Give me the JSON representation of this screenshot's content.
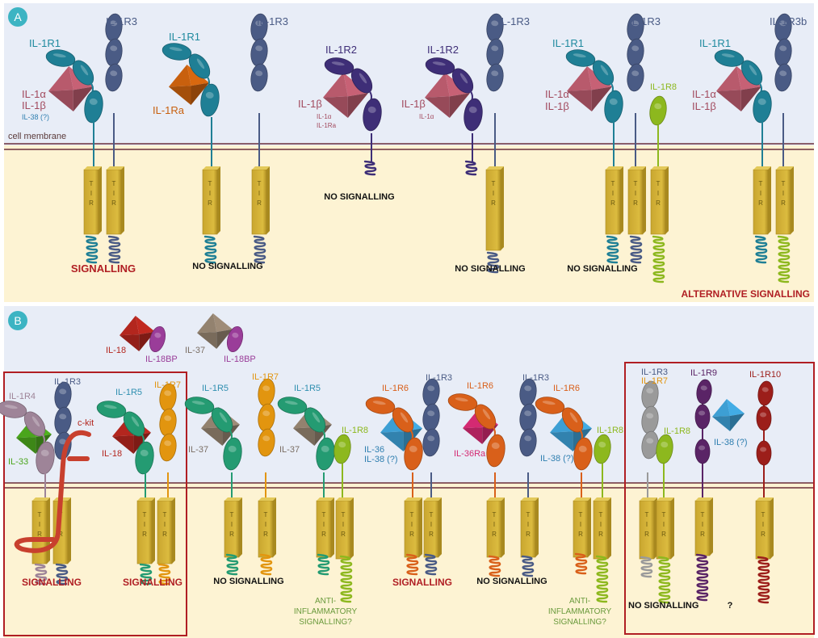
{
  "colors": {
    "panel_bg_extracellular": "#e8edf7",
    "panel_bg_intracellular": "#fdf3d3",
    "membrane": "#6b2e3a",
    "badge": "#3cb4c3",
    "tir": "#d4b237",
    "signalling_red": "#b01e23",
    "no_signalling_black": "#111111",
    "anti_inflammatory_green": "#6a9a3c",
    "highlight_box": "#b01e23",
    "il1r1": "#1f7f95",
    "il1r3": "#4a5b85",
    "il1r2": "#3e2e77",
    "il1r8": "#8db81e",
    "il1a_il1b": "#b85a6c",
    "il1ra": "#c8600e",
    "il18": "#b3261e",
    "il18bp": "#9a3d99",
    "il37": "#93826f",
    "il1r4": "#9e8498",
    "il33": "#4aa51c",
    "ckit": "#c8402e",
    "il1r5": "#249b72",
    "il1r7": "#e2950f",
    "il1r6": "#d9601a",
    "il36": "#3d9fd4",
    "il36ra": "#d42a72",
    "il1r9": "#5a2466",
    "il1r10": "#9c1e1a",
    "il1r3_grey": "#9a9a9a"
  },
  "panel_a": {
    "badge": "A",
    "membrane_label": "cell membrane",
    "complexes": [
      {
        "receptors": [
          "IL-1R1",
          "IL-1R3"
        ],
        "ligands": [
          "IL-1α",
          "IL-1β",
          "IL-38 (?)"
        ],
        "outcome": "SIGNALLING"
      },
      {
        "receptors": [
          "IL-1R1",
          "IL-1R3"
        ],
        "ligands": [
          "IL-1Ra"
        ],
        "outcome": "NO SIGNALLING"
      },
      {
        "receptors": [
          "IL-1R2"
        ],
        "ligands": [
          "IL-1β",
          "IL-1α",
          "IL-1Ra"
        ],
        "outcome": "NO SIGNALLING"
      },
      {
        "receptors": [
          "IL-1R2",
          "IL-1R3"
        ],
        "ligands": [
          "IL-1β",
          "IL-1α"
        ],
        "outcome": "NO SIGNALLING"
      },
      {
        "receptors": [
          "IL-1R1",
          "IL-1R3",
          "IL-1R8"
        ],
        "ligands": [
          "IL-1α",
          "IL-1β"
        ],
        "outcome": "NO SIGNALLING"
      },
      {
        "receptors": [
          "IL-1R1",
          "IL-1R3b"
        ],
        "ligands": [
          "IL-1α",
          "IL-1β"
        ],
        "outcome": "ALTERNATIVE SIGNALLING"
      }
    ]
  },
  "panel_b": {
    "badge": "B",
    "soluble": [
      {
        "ligand": "IL-18",
        "binding_protein": "IL-18BP"
      },
      {
        "ligand": "IL-37",
        "binding_protein": "IL-18BP"
      }
    ],
    "complexes": [
      {
        "receptors": [
          "IL-1R4",
          "IL-1R3"
        ],
        "ligands": [
          "IL-33"
        ],
        "extra": "c-kit",
        "outcome": "SIGNALLING"
      },
      {
        "receptors": [
          "IL-1R5",
          "IL-1R7"
        ],
        "ligands": [
          "IL-18"
        ],
        "outcome": "SIGNALLING"
      },
      {
        "receptors": [
          "IL-1R5",
          "IL-1R7"
        ],
        "ligands": [
          "IL-37"
        ],
        "outcome": "NO SIGNALLING"
      },
      {
        "receptors": [
          "IL-1R5",
          "IL-1R8"
        ],
        "ligands": [
          "IL-37"
        ],
        "outcome": "ANTI-INFLAMMATORY SIGNALLING?"
      },
      {
        "receptors": [
          "IL-1R6",
          "IL-1R3"
        ],
        "ligands": [
          "IL-36",
          "IL-38 (?)"
        ],
        "outcome": "SIGNALLING"
      },
      {
        "receptors": [
          "IL-1R6",
          "IL-1R3"
        ],
        "ligands": [
          "IL-36Ra"
        ],
        "outcome": "NO SIGNALLING"
      },
      {
        "receptors": [
          "IL-1R6",
          "IL-1R8"
        ],
        "ligands": [
          "IL-38 (?)"
        ],
        "outcome": "ANTI-INFLAMMATORY SIGNALLING?"
      },
      {
        "receptors": [
          "IL-1R3",
          "IL-1R7",
          "IL-1R8"
        ],
        "ligands": [],
        "outcome": "NO SIGNALLING"
      },
      {
        "receptors": [
          "IL-1R9",
          "IL-1R10"
        ],
        "ligands": [
          "IL-38 (?)"
        ],
        "outcome": "?"
      }
    ],
    "anti_lines": [
      "ANTI-",
      "INFLAMMATORY",
      "SIGNALLING?"
    ]
  },
  "tir_letters": [
    "T",
    "I",
    "R"
  ]
}
